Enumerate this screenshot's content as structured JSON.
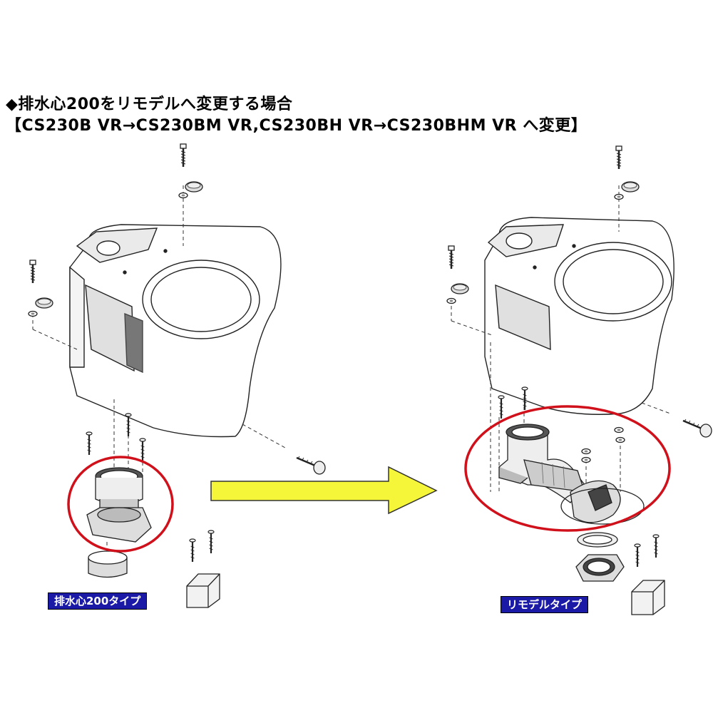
{
  "heading": {
    "line1": "◆排水心200をリモデルへ変更する場合",
    "line2": "【CS230B VR→CS230BM VR,CS230BH VR→CS230BHM VR へ変更】"
  },
  "labels": {
    "left": "排水心200タイプ",
    "right": "リモデルタイプ"
  },
  "colors": {
    "arrow_fill": "#f5f53a",
    "highlight_ring": "#d0101a",
    "label_bg": "#1a1aa6",
    "line": "#222222"
  }
}
